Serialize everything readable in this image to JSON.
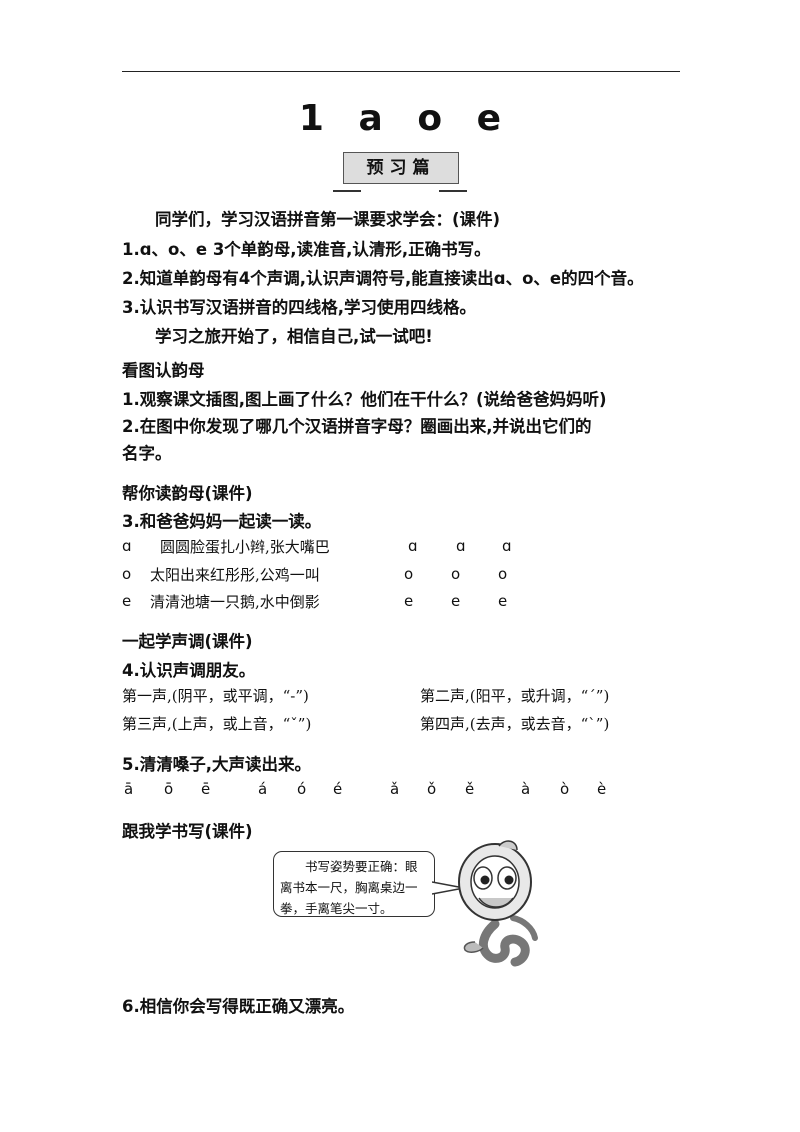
{
  "lesson_title": {
    "number": "1",
    "letters": [
      "a",
      "o",
      "e"
    ]
  },
  "badge": "预习篇",
  "intro": {
    "lead": "同学们，学习汉语拼音第一课要求学会：(课件)",
    "items": [
      "1.ɑ、o、e 3个单韵母,读准音,认清形,正确书写。",
      "2.知道单韵母有4个声调,认识声调符号,能直接读出ɑ、o、e的四个音。",
      "3.认识书写汉语拼音的四线格,学习使用四线格。"
    ],
    "closing": "学习之旅开始了，相信自己,试一试吧!"
  },
  "section_picture": {
    "heading": "看图认韵母",
    "items": [
      "1.观察课文插图,图上画了什么？他们在干什么？(说给爸爸妈妈听)",
      "2.在图中你发现了哪几个汉语拼音字母？圈画出来,并说出它们的",
      "名字。"
    ]
  },
  "section_read": {
    "heading": "帮你读韵母(课件)",
    "instruction": "3.和爸爸妈妈一起读一读。",
    "rows": [
      {
        "letter": "ɑ",
        "rhyme": "圆圆脸蛋扎小辫,张大嘴巴",
        "repeat": [
          "ɑ",
          "ɑ",
          "ɑ"
        ]
      },
      {
        "letter": "o",
        "rhyme": "太阳出来红彤彤,公鸡一叫",
        "repeat": [
          "o",
          "o",
          "o"
        ]
      },
      {
        "letter": "e",
        "rhyme": "清清池塘一只鹅,水中倒影",
        "repeat": [
          "e",
          "e",
          "e"
        ]
      }
    ]
  },
  "section_tones": {
    "heading": "一起学声调(课件)",
    "instruction": "4.认识声调朋友。",
    "tones": [
      "第一声,(阴平，或平调，“-”)",
      "第二声,(阳平，或升调，“ˊ”)",
      "第三声,(上声，或上音，“ˇ”)",
      "第四声,(去声，或去音，“ˋ”)"
    ],
    "practice_instruction": "5.清清嗓子,大声读出来。",
    "tone_groups": [
      [
        "ā",
        "ō",
        "ē"
      ],
      [
        "á",
        "ó",
        "é"
      ],
      [
        "ǎ",
        "ǒ",
        "ě"
      ],
      [
        "à",
        "ò",
        "è"
      ]
    ]
  },
  "section_write": {
    "heading": "跟我学书写(课件)",
    "bubble": "书写姿势要正确：眼离书本一尺，胸离桌边一拳，手离笔尖一寸。",
    "final_instruction": "6.相信你会写得既正确又漂亮。"
  }
}
